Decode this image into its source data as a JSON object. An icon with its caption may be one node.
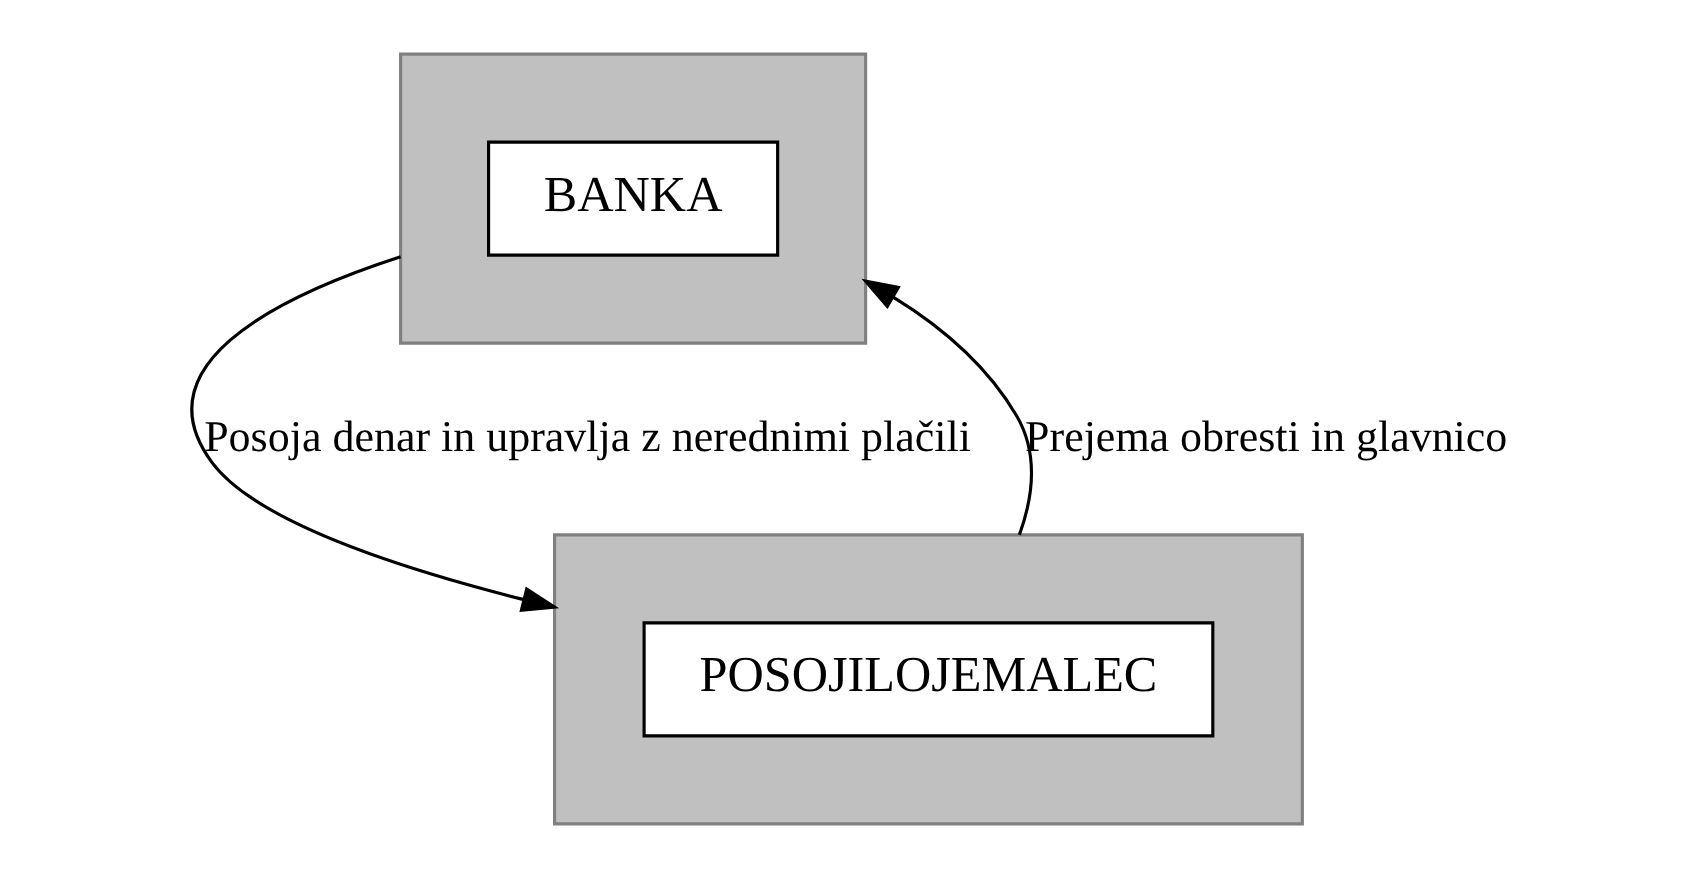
{
  "diagram": {
    "nodes": [
      {
        "text": [],
        "shape": "box"
      },
      {
        "text": [
          "BANKA"
        ],
        "in": 0
      },
      {
        "text": [],
        "shape": "box"
      },
      {
        "text": [
          "POSOJILOJEMALEC"
        ],
        "in": 2
      }
    ],
    "edges": [
      {
        "from": 0,
        "to": 2,
        "arrow": "to",
        "label": "Posoja denar in upravlja z nerednimi plačili"
      },
      {
        "from": 2,
        "to": 0,
        "arrow": "to",
        "label": "Prejema obresti in glavnico"
      }
    ]
  }
}
